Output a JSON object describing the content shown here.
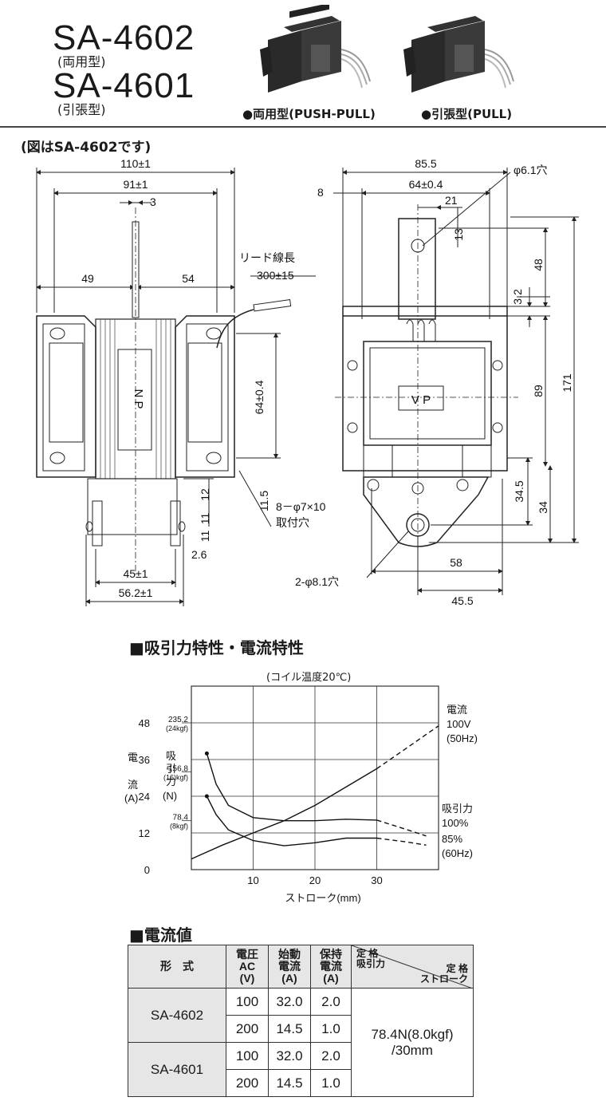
{
  "header": {
    "model1": "SA-4602",
    "model1_sub": "(両用型)",
    "model2": "SA-4601",
    "model2_sub": "(引張型)",
    "photo1_caption": "●両用型(PUSH-PULL)",
    "photo2_caption": "●引張型(PULL)"
  },
  "drawing": {
    "note": "(図はSA-4602です)",
    "left": {
      "width_total": "110±1",
      "width_inner": "91±1",
      "plunger": "3",
      "left_half": "49",
      "right_half": "54",
      "lead_label": "リード線長",
      "lead_length": "300±15",
      "hole_pitch": "64±0.4",
      "d12": "12",
      "d11a": "11",
      "d11b": "11",
      "d115": "11.5",
      "mount_holes": "8－φ7×10",
      "mount_holes_label": "取付穴",
      "d26": "2.6",
      "base_width": "45±1",
      "base_total": "56.2±1",
      "coil_label": "N P"
    },
    "right": {
      "width_total": "85.5",
      "hole_dia": "φ6.1穴",
      "d8": "8",
      "pitch": "64±0.4",
      "d21": "21",
      "d13": "13",
      "d48": "48",
      "d32": "3.2",
      "d89": "89",
      "d171": "171",
      "d345": "34.5",
      "d34": "34",
      "d58": "58",
      "d455": "45.5",
      "bottom_holes": "2-φ8.1穴",
      "coil_label": "V P"
    }
  },
  "chart_section": {
    "title": "■吸引力特性・電流特性",
    "condition": "(コイル温度20℃)"
  },
  "chart_data": {
    "type": "line",
    "xlabel": "ストローク(mm)",
    "x_ticks": [
      "10",
      "20",
      "30"
    ],
    "xlim": [
      0,
      40
    ],
    "left_axis": {
      "label_chars": [
        "電",
        "流",
        "(A)"
      ],
      "ticks": [
        "0",
        "12",
        "24",
        "36",
        "48"
      ],
      "ylim": [
        0,
        60
      ]
    },
    "force_axis": {
      "label_chars": [
        "吸",
        "引",
        "力",
        "(N)"
      ],
      "ticks": [
        {
          "value": "235.2",
          "unit": "(24kgf)",
          "y_current": 48
        },
        {
          "value": "156.8",
          "unit": "(16)kgf)",
          "y_current": 32
        },
        {
          "value": "78.4",
          "unit": "(8kgf)",
          "y_current": 16
        }
      ]
    },
    "series": [
      {
        "name": "電流 100V (50Hz)",
        "label_lines": [
          "電流",
          "100V",
          "(50Hz)"
        ],
        "x": [
          0,
          5,
          10,
          15,
          20,
          25,
          30,
          35,
          40
        ],
        "y": [
          3.5,
          8,
          12,
          16,
          21,
          27,
          33,
          40,
          47
        ]
      },
      {
        "name": "吸引力 100%",
        "label_lines": [
          "吸引力",
          "100%"
        ],
        "x": [
          2.5,
          4,
          6,
          10,
          15,
          20,
          25,
          30,
          35,
          38
        ],
        "y": [
          38,
          28,
          21,
          17,
          16,
          16,
          16.5,
          16.2,
          13,
          11
        ]
      },
      {
        "name": "85%",
        "label_lines": [
          "85%",
          "(60Hz)"
        ],
        "x": [
          2.5,
          4,
          6,
          10,
          15,
          20,
          25,
          30,
          35,
          38
        ],
        "y": [
          24,
          18,
          13,
          9.5,
          7.8,
          8.8,
          10.3,
          10.3,
          9,
          8
        ]
      }
    ],
    "dashed_from_x": 30,
    "grid": true
  },
  "current_section": {
    "title": "■電流値",
    "headers": {
      "model": "形　式",
      "voltage": [
        "電圧",
        "AC",
        "(V)"
      ],
      "start": [
        "始動",
        "電流",
        "(A)"
      ],
      "hold": [
        "保持",
        "電流",
        "(A)"
      ],
      "rated_force": [
        "定 格",
        "吸引力"
      ],
      "rated_stroke": [
        "定 格",
        "ストローク"
      ]
    },
    "rows": [
      {
        "model": "SA-4602",
        "entries": [
          {
            "v": "100",
            "start": "32.0",
            "hold": "2.0"
          },
          {
            "v": "200",
            "start": "14.5",
            "hold": "1.0"
          }
        ]
      },
      {
        "model": "SA-4601",
        "entries": [
          {
            "v": "100",
            "start": "32.0",
            "hold": "2.0"
          },
          {
            "v": "200",
            "start": "14.5",
            "hold": "1.0"
          }
        ]
      }
    ],
    "rated_value": [
      "78.4N(8.0kgf)",
      "/30mm"
    ]
  }
}
